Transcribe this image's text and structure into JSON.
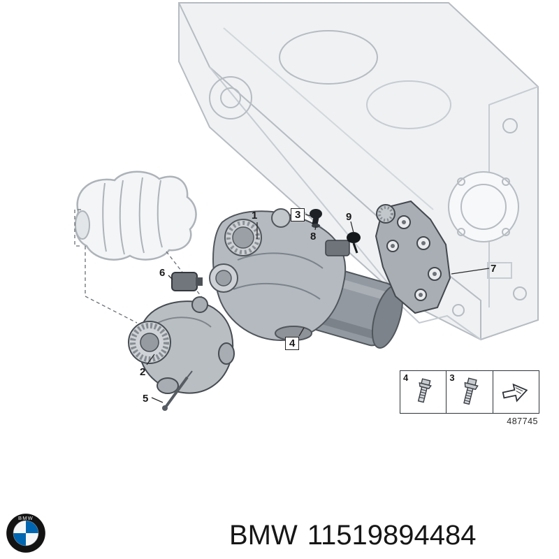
{
  "diagram": {
    "callouts": [
      {
        "label": "1",
        "boxed": false
      },
      {
        "label": "2",
        "boxed": false
      },
      {
        "label": "3",
        "boxed": true
      },
      {
        "label": "4",
        "boxed": true
      },
      {
        "label": "5",
        "boxed": false
      },
      {
        "label": "6",
        "boxed": false
      },
      {
        "label": "7",
        "boxed": false
      },
      {
        "label": "8",
        "boxed": false
      },
      {
        "label": "9",
        "boxed": false
      }
    ],
    "legend": {
      "items": [
        {
          "label": "4",
          "icon": "hex-bolt-icon"
        },
        {
          "label": "3",
          "icon": "hex-bolt-icon"
        },
        {
          "label": "",
          "icon": "direction-arrow-icon"
        }
      ],
      "drawing_number": "487745"
    }
  },
  "footer": {
    "brand": "BMW",
    "part_number": "11519894484"
  },
  "logo": {
    "letters": "BMW"
  },
  "colors": {
    "bmw_blue": "#0066B1",
    "line_art_gray": "#b6bcc2",
    "part_gray": "#b4bac0",
    "text_black": "#161616"
  }
}
